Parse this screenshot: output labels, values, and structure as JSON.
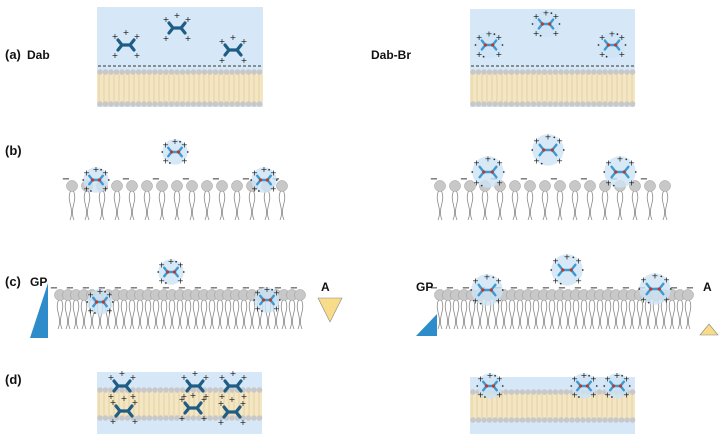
{
  "panels": {
    "a": "(a)",
    "b": "(b)",
    "c": "(c)",
    "d": "(d)"
  },
  "compounds": {
    "left": "Dab",
    "right": "Dab-Br"
  },
  "gradient_labels": {
    "gp": "GP",
    "a": "A"
  },
  "symbols": {
    "plus": "+",
    "minus": "−"
  },
  "colors": {
    "water": "#d6e8f7",
    "lipid_head": "#c8c8c8",
    "lipid_tail": "#f4e6c3",
    "molecule_dark": "#1f5d86",
    "molecule_light": "#3a9ad3",
    "halo": "#cde4f5",
    "bromine": "#c0392b",
    "triangle_gp": "#2f8ccb",
    "triangle_a": "#f8dc8a"
  }
}
